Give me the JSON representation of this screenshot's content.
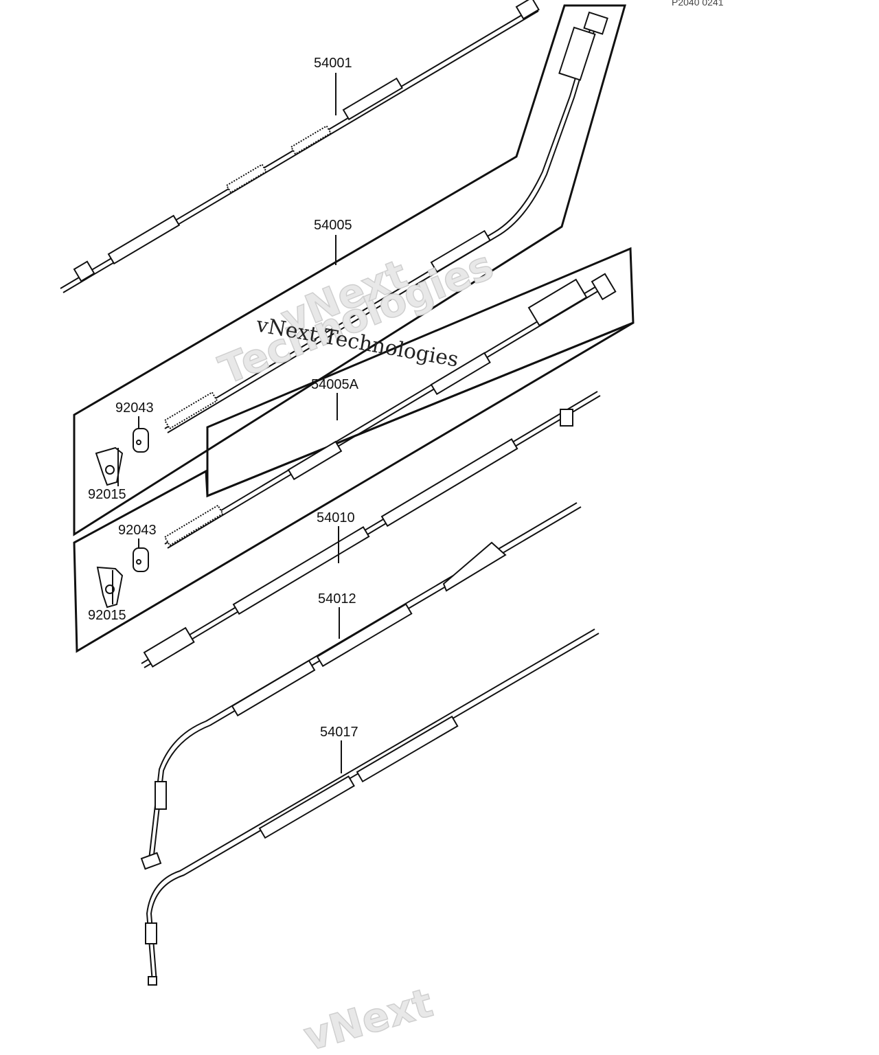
{
  "diagram": {
    "ref_code": "P2040 0241",
    "watermark": {
      "caption": "vNext Technologies",
      "stamp_line1": "vNext",
      "stamp_line2": "Technologies",
      "bottom_fragment": "vNext"
    },
    "parts": [
      {
        "id": "p54001",
        "number": "54001"
      },
      {
        "id": "p54005",
        "number": "54005"
      },
      {
        "id": "p54005A",
        "number": "54005A"
      },
      {
        "id": "p54010",
        "number": "54010"
      },
      {
        "id": "p54012",
        "number": "54012"
      },
      {
        "id": "p54017",
        "number": "54017"
      },
      {
        "id": "p92043a",
        "number": "92043"
      },
      {
        "id": "p92015a",
        "number": "92015"
      },
      {
        "id": "p92043b",
        "number": "92043"
      },
      {
        "id": "p92015b",
        "number": "92015"
      }
    ]
  }
}
